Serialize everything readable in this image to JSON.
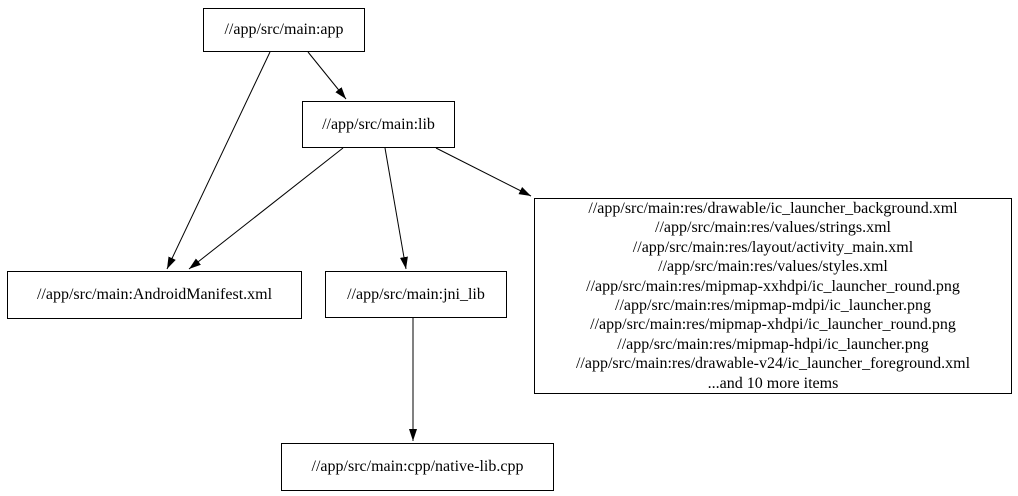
{
  "graph": {
    "background_color": "#ffffff",
    "node_border_color": "#000000",
    "edge_color": "#000000",
    "nodes": {
      "app": {
        "label": "//app/src/main:app"
      },
      "lib": {
        "label": "//app/src/main:lib"
      },
      "android_manifest": {
        "label": "//app/src/main:AndroidManifest.xml"
      },
      "jni_lib": {
        "label": "//app/src/main:jni_lib"
      },
      "res_group": {
        "lines": [
          "//app/src/main:res/drawable/ic_launcher_background.xml",
          "//app/src/main:res/values/strings.xml",
          "//app/src/main:res/layout/activity_main.xml",
          "//app/src/main:res/values/styles.xml",
          "//app/src/main:res/mipmap-xxhdpi/ic_launcher_round.png",
          "//app/src/main:res/mipmap-mdpi/ic_launcher.png",
          "//app/src/main:res/mipmap-xhdpi/ic_launcher_round.png",
          "//app/src/main:res/mipmap-hdpi/ic_launcher.png",
          "//app/src/main:res/drawable-v24/ic_launcher_foreground.xml",
          "...and 10 more items"
        ]
      },
      "native_lib": {
        "label": "//app/src/main:cpp/native-lib.cpp"
      }
    },
    "edges": [
      {
        "from": "app",
        "to": "lib"
      },
      {
        "from": "app",
        "to": "android_manifest"
      },
      {
        "from": "lib",
        "to": "android_manifest"
      },
      {
        "from": "lib",
        "to": "jni_lib"
      },
      {
        "from": "lib",
        "to": "res_group"
      },
      {
        "from": "jni_lib",
        "to": "native_lib"
      }
    ]
  }
}
